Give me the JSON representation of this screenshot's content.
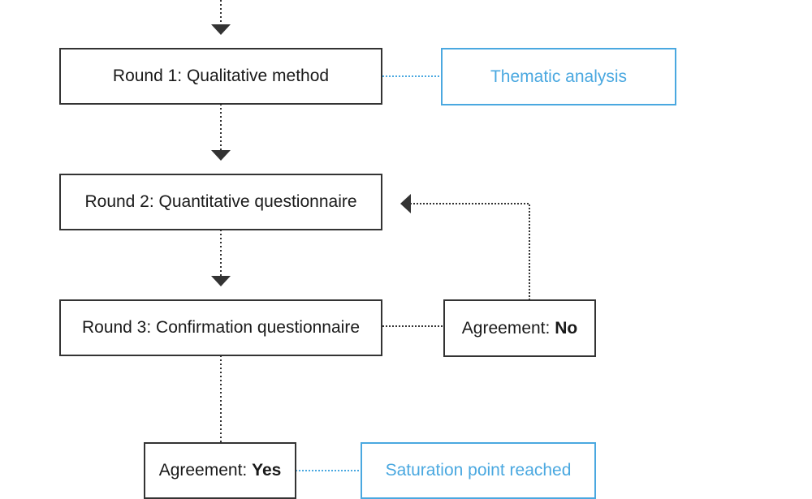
{
  "diagram": {
    "steps": {
      "round1": "Round 1: Qualitative method",
      "round2": "Round 2: Quantitative questionnaire",
      "round3": "Round 3: Confirmation questionnaire"
    },
    "notes": {
      "thematic": "Thematic analysis",
      "saturation": "Saturation point reached"
    },
    "decisions": {
      "no": {
        "prefix": "Agreement: ",
        "value": "No"
      },
      "yes": {
        "prefix": "Agreement: ",
        "value": "Yes"
      }
    },
    "colors": {
      "step_border": "#333333",
      "note_accent": "#4aa8e0",
      "connector": "#333333"
    }
  }
}
